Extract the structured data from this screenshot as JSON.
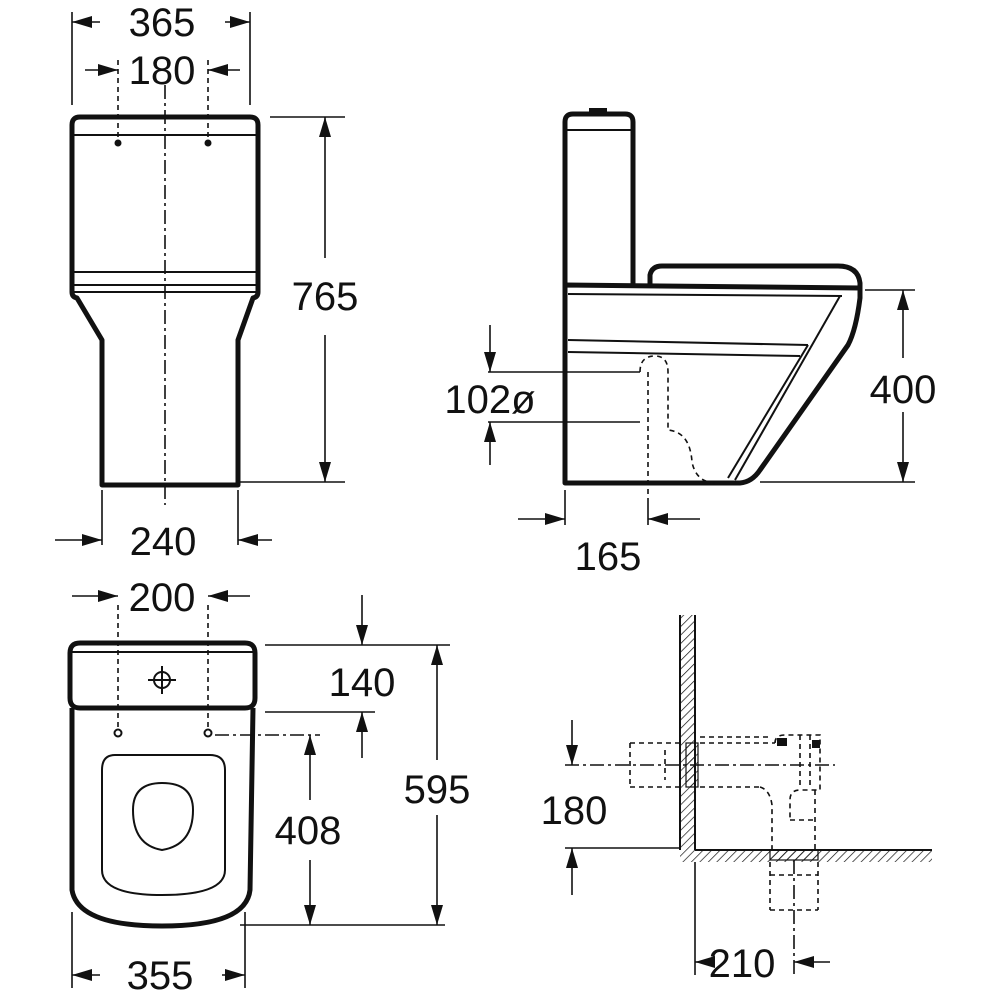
{
  "dimensions": {
    "front_width": "365",
    "front_fixing_distance": "180",
    "front_height": "765",
    "front_base_width": "240",
    "side_outlet_diameter": "102ø",
    "side_seat_height": "400",
    "side_outlet_offset": "165",
    "top_fixing_distance": "200",
    "top_tank_depth": "140",
    "top_fixing_to_outlet": "408",
    "top_length": "595",
    "top_width": "355",
    "install_outlet_height": "180",
    "install_wall_distance": "210"
  }
}
